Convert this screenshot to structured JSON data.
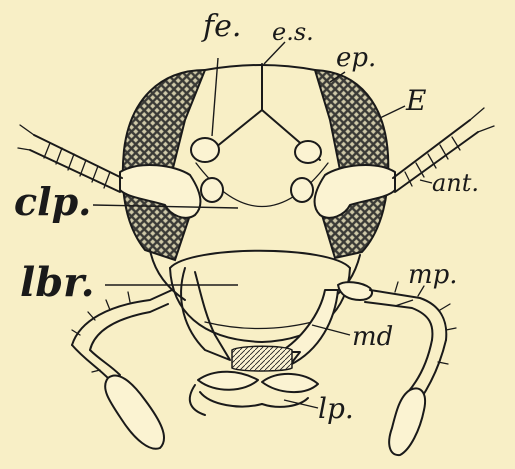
{
  "figure": {
    "background": "#f8efc6",
    "ink": "#1a1a1a",
    "labels": {
      "fe": "fe.",
      "es": "e.s.",
      "ep": "ep.",
      "E": "E",
      "ant": "ant.",
      "clp": "clp.",
      "lbr": "lbr.",
      "mp": "mp.",
      "md": "md",
      "lp": "lp."
    }
  }
}
